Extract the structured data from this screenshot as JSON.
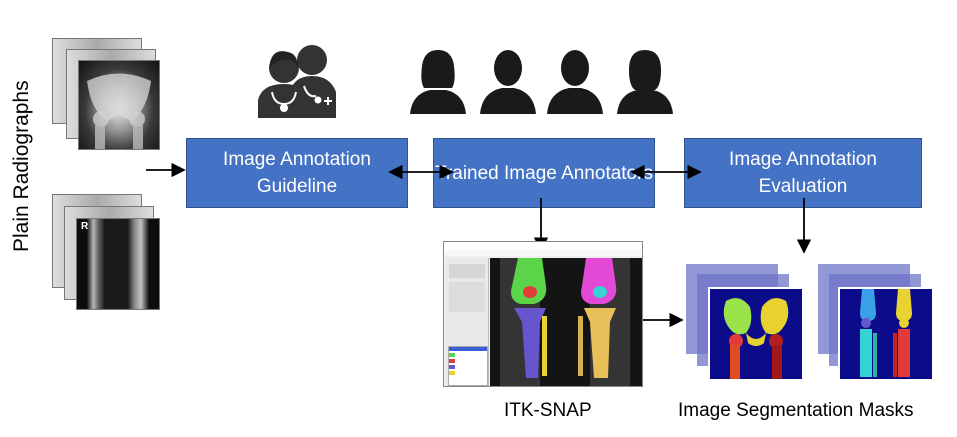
{
  "vertical_label": "Plain Radiographs",
  "boxes": {
    "guideline": "Image Annotation Guideline",
    "annotators": "Trained Image Annotators",
    "evaluation": "Image Annotation Evaluation"
  },
  "captions": {
    "itk_snap": "ITK-SNAP",
    "masks": "Image Segmentation Masks"
  },
  "icons": {
    "clinicians": "doctors-icon",
    "annotators": "person-silhouette-icon"
  },
  "colors": {
    "box_fill": "#4472c4",
    "box_border": "#2f528f",
    "mask_bg": "#0c0c8a",
    "femur": "#5bd44a",
    "patella": "#e23b3b",
    "tibia": "#6655cc",
    "fibula": "#e8d232"
  }
}
